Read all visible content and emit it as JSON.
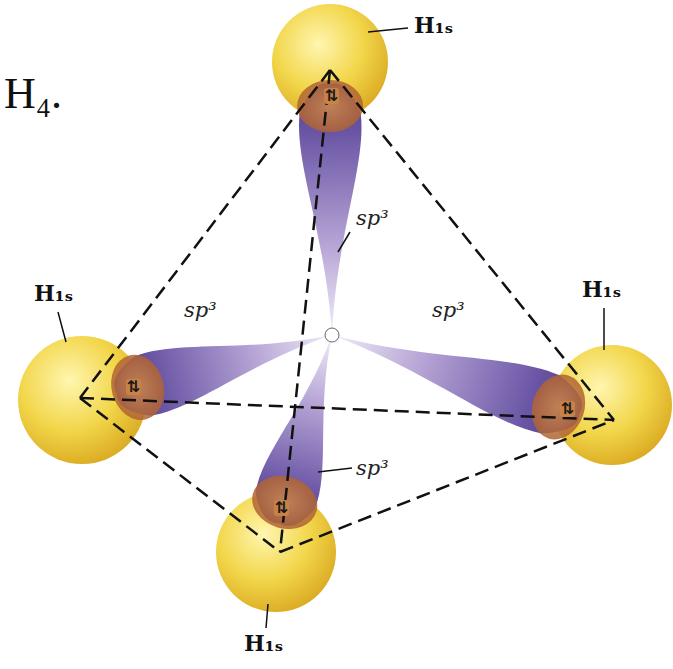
{
  "diagram": {
    "labels": [
      "H₄.",
      "H₁ₛ",
      "sp³",
      "sp³",
      "sp³",
      "H₁ₛ",
      "H₁ₛ",
      "⇅",
      "⇅",
      "⇅",
      "⇅",
      "sp³",
      "H₁ₛ"
    ]
  }
}
